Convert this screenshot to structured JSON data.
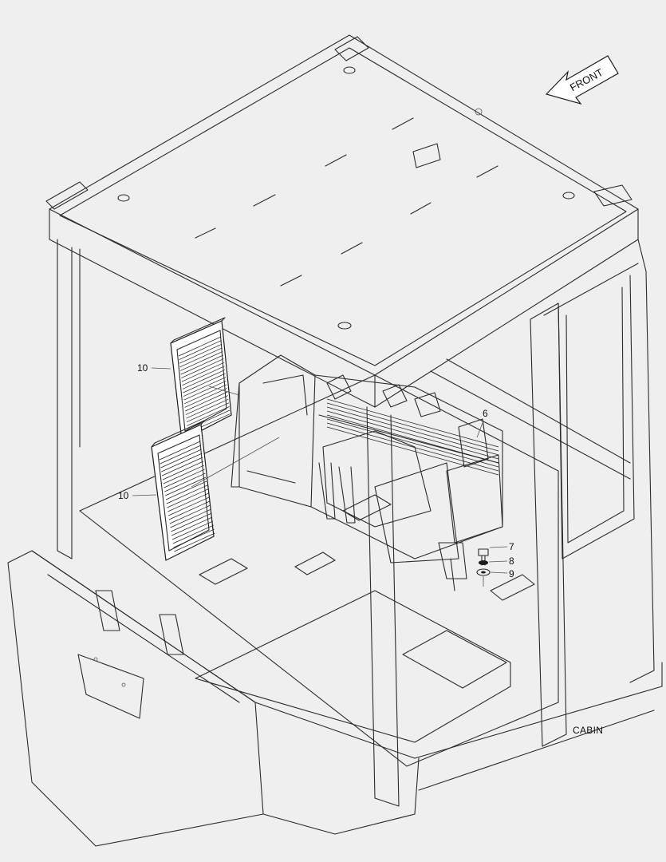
{
  "diagram": {
    "title": "CABIN",
    "direction_label": "FRONT",
    "callouts": [
      {
        "id": "c10a",
        "label": "10"
      },
      {
        "id": "c10b",
        "label": "10"
      },
      {
        "id": "c6",
        "label": "6"
      },
      {
        "id": "c7",
        "label": "7"
      },
      {
        "id": "c8",
        "label": "8"
      },
      {
        "id": "c9",
        "label": "9"
      }
    ]
  }
}
